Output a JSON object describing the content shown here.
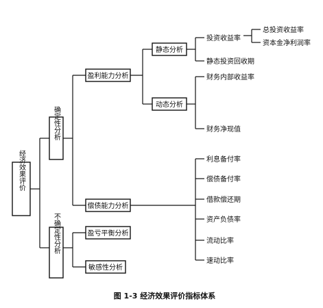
{
  "root": "经济效果评价",
  "determinate": "确定性分析",
  "indeterminate": "不确定性分析",
  "profitability": "盈利能力分析",
  "solvency": "偿债能力分析",
  "breakeven": "盈亏平衡分析",
  "sensitivity": "敏感性分析",
  "static": "静态分析",
  "dynamic": "动态分析",
  "roi": "投资收益率",
  "total_return": "总投资收益率",
  "equity_profit": "资本金净利润率",
  "payback": "静态投资回收期",
  "irr": "财务内部收益率",
  "npv": "财务净现值",
  "interest_cover": "利息备付率",
  "debt_service": "偿债备付率",
  "repayment": "借款偿还期",
  "debt_ratio": "资产负债率",
  "current_ratio": "流动比率",
  "quick_ratio": "速动比率",
  "caption": "图 1-3  经济效果评价指标体系"
}
